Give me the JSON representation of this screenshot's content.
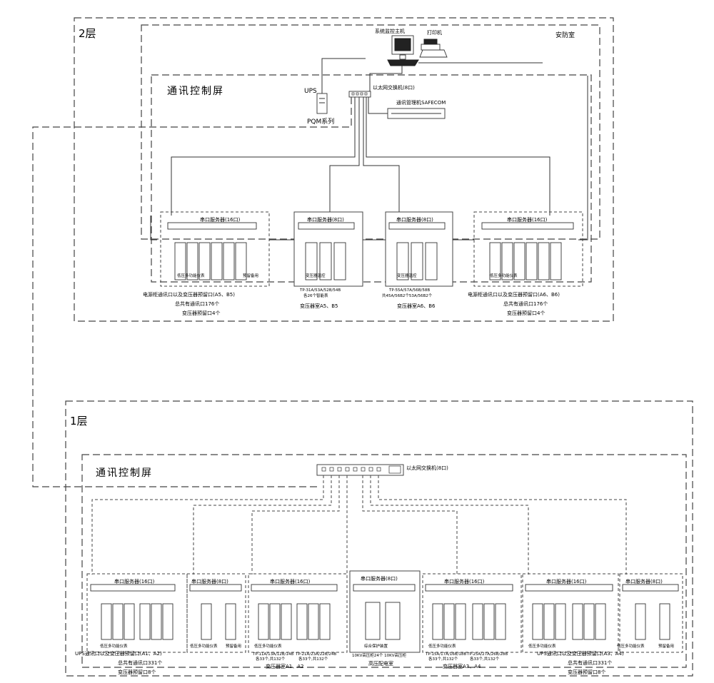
{
  "floor2": {
    "label": "2层",
    "security_room": "安防室",
    "control_screen": "通讯控制屏",
    "monitor_host": "系统监控主机",
    "printer": "打印机",
    "ups": "UPS",
    "pqm": "PQM系列",
    "switch": "以太网交换机(8口)",
    "comm_manager": "通讯管理机SAFECOM",
    "servers": [
      {
        "label": "串口服务器(16口)",
        "notes": [
          "电源柜通讯口以及变压器预留口(A5、B5)",
          "总共有通讯口176个",
          "变压器预留口4个"
        ],
        "inner": "低压多功能仪表",
        "spare": "预留备用"
      },
      {
        "label": "串口服务器(8口)",
        "notes": [
          "TP-31A/53A/52B/54B",
          "各26个智能表",
          "变压器室A5、B5"
        ],
        "inner": "变压器温控"
      },
      {
        "label": "串口服务器(8口)",
        "notes": [
          "TP-55A/57A/56B/58B",
          "共45A/56B2个53A/56B2个",
          "变压器室A6、B6"
        ],
        "inner": "变压器温控"
      },
      {
        "label": "串口服务器(16口)",
        "notes": [
          "电源柜通讯口以及变压器预留口(A6、B6)",
          "总共有通讯口176个",
          "变压器预留口4个"
        ],
        "inner": "低压多功能仪表"
      }
    ]
  },
  "floor1": {
    "label": "1层",
    "control_screen": "通讯控制屏",
    "switch": "以太网交换机(8口)",
    "servers": [
      {
        "label": "串口服务器(16口)",
        "inner": "低压多功能仪表"
      },
      {
        "label": "串口服务器(8口)",
        "inner": "低压多功能仪表",
        "spare": "预留备用"
      },
      {
        "label": "串口服务器(16口)",
        "inner": "低压多功能仪表"
      },
      {
        "label": "串口服务器(8口)",
        "inner": "综合保护装置"
      },
      {
        "label": "串口服务器(16口)",
        "inner": "低压多功能仪表"
      },
      {
        "label": "串口服务器(16口)",
        "inner": "低压多功能仪表"
      },
      {
        "label": "串口服务器(8口)",
        "inner": "低压多功能仪表",
        "spare": "预留备用"
      }
    ],
    "notes": {
      "g1": [
        "UPS通讯口以及变压器预留口(A1、A2)",
        "总共有通讯口331个",
        "变压器预留口8个"
      ],
      "g2": [
        "TP-11A/13A/12B/14B",
        "各33个,共132个",
        "TP-21A/23A/22B/24B",
        "各33个,共132个",
        "变压器室A1、A2"
      ],
      "g3": [
        "10KV高压柜24个  10KV高压柜",
        "高压配电室"
      ],
      "g4": [
        "TP-15A/17A/16B/18B",
        "各33个,共132个",
        "TP-25A/27A/26B/28B",
        "各33个,共132个",
        "变压器室A3、A4"
      ],
      "g5": [
        "UPS通讯口以及变压器预留口(A3、A4)",
        "总共有通讯口331个",
        "变压器预留口8个"
      ]
    }
  }
}
